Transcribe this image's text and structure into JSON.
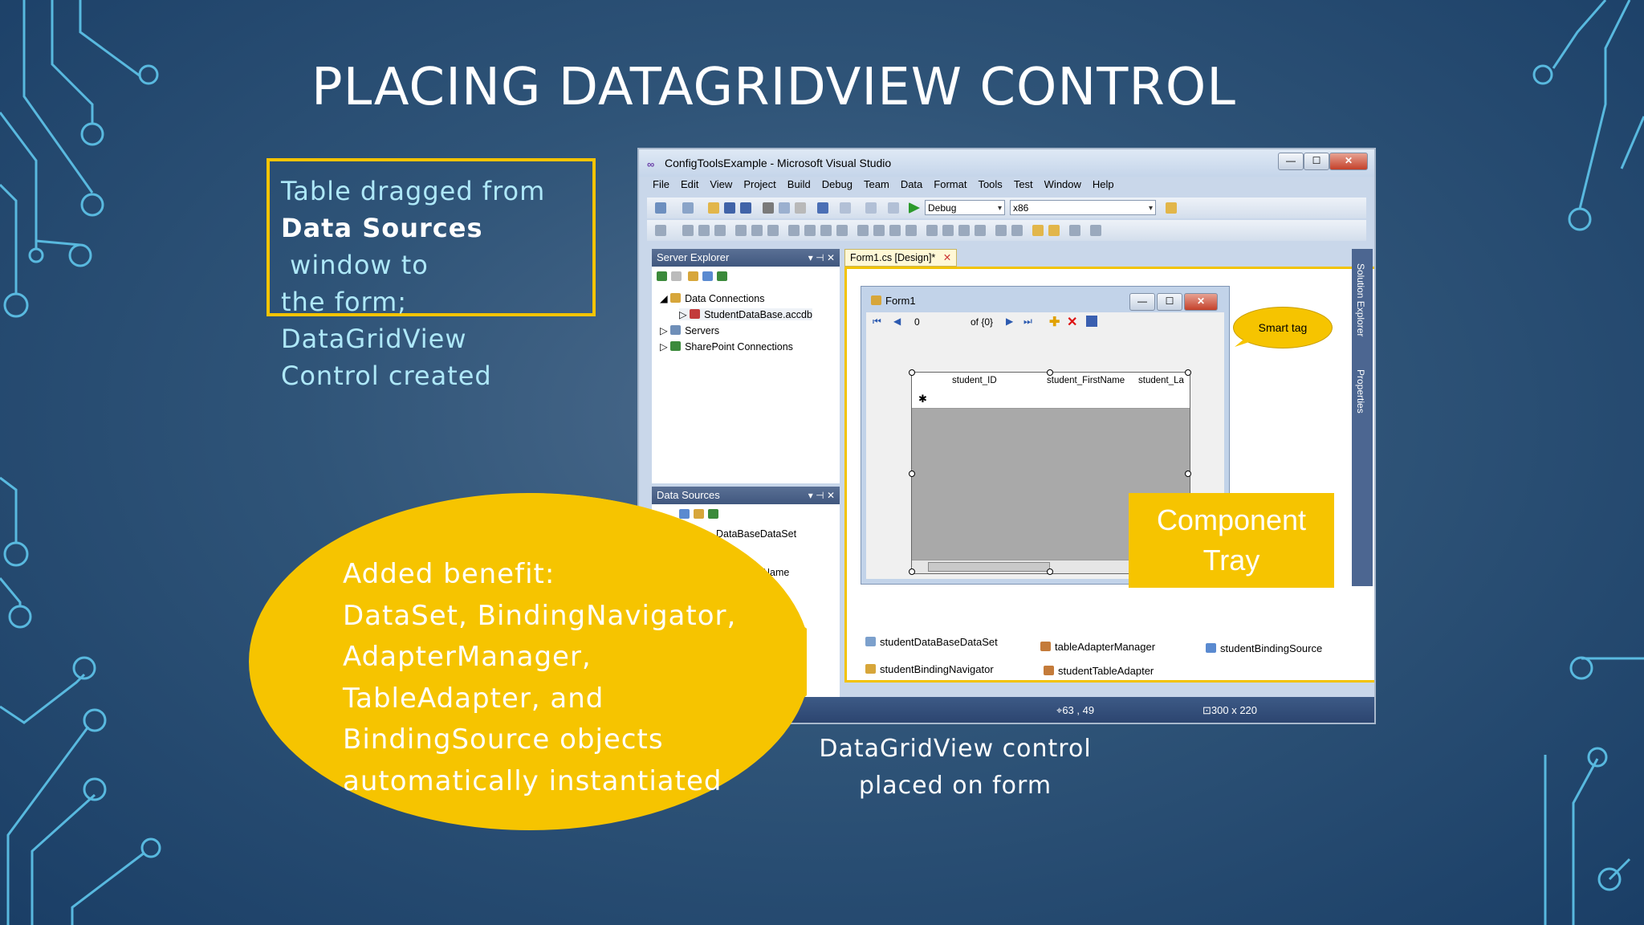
{
  "slide": {
    "title": "PLACING DATAGRIDVIEW CONTROL",
    "callout_top": {
      "part1": "Table dragged from",
      "bold": "Data Sources",
      "part2": " window to",
      "line3": "the form; DataGridView",
      "line4": "Control created"
    },
    "bubble": {
      "lines": [
        "Added benefit:",
        "DataSet, BindingNavigator,",
        "AdapterManager,",
        "TableAdapter, and",
        "BindingSource objects",
        "automatically instantiated"
      ]
    },
    "caption": {
      "line1": "DataGridView control",
      "line2": "placed on form"
    },
    "colors": {
      "accent_yellow": "#f6c400",
      "callout_text": "#aee8f8",
      "background": "#2f5478"
    }
  },
  "vs": {
    "window_title": "ConfigToolsExample - Microsoft Visual Studio",
    "window_buttons": {
      "minimize": "—",
      "maximize": "☐",
      "close": "✕"
    },
    "menu": [
      "File",
      "Edit",
      "View",
      "Project",
      "Build",
      "Debug",
      "Team",
      "Data",
      "Format",
      "Tools",
      "Test",
      "Window",
      "Help"
    ],
    "config_combo": "Debug",
    "platform_combo": "x86",
    "server_explorer": {
      "header": "Server Explorer",
      "controls": "▾ ⊣ ✕",
      "items": [
        "Data Connections",
        "StudentDataBase.accdb",
        "Servers",
        "SharePoint Connections"
      ]
    },
    "data_sources": {
      "header": "Data Sources",
      "controls": "▾ ⊣ ✕",
      "items": [
        "DataBaseDataSet",
        "Name",
        "me"
      ]
    },
    "doc_tab": "Form1.cs [Design]*",
    "doc_tab_close": "✕",
    "form": {
      "title": "Form1",
      "nav_position": "0",
      "nav_count": "of {0}",
      "columns": [
        "student_ID",
        "student_FirstName",
        "student_La"
      ],
      "new_row_marker": "✱"
    },
    "smart_tag": "Smart tag",
    "component_tray": [
      "Component",
      "Tray"
    ],
    "components": [
      "studentDataBaseDataSet",
      "tableAdapterManager",
      "studentBindingSource",
      "studentBindingNavigator",
      "studentTableAdapter"
    ],
    "status": {
      "location": "63 , 49",
      "size": "300 x 220"
    },
    "side_tabs": [
      "Solution Explorer",
      "Properties"
    ]
  }
}
